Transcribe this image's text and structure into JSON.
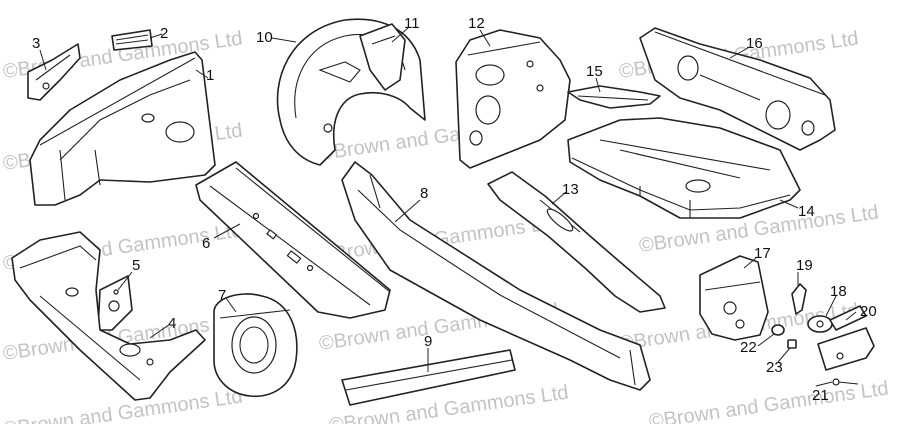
{
  "watermark": "©Brown and Gammons Ltd",
  "callouts": [
    "1",
    "2",
    "3",
    "4",
    "5",
    "6",
    "7",
    "8",
    "9",
    "10",
    "11",
    "12",
    "13",
    "14",
    "15",
    "16",
    "17",
    "18",
    "19",
    "20",
    "21",
    "22",
    "23"
  ]
}
